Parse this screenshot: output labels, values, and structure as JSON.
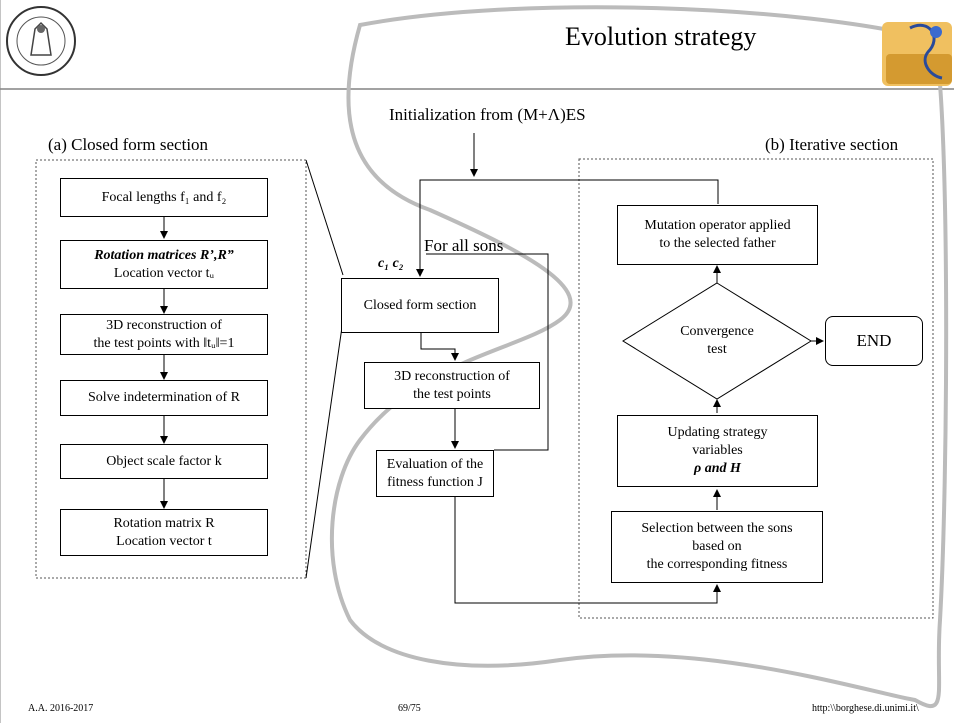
{
  "slide": {
    "title": "Evolution strategy",
    "footer_left": "A.A. 2016-2017",
    "footer_center": "69/75",
    "footer_right": "http:\\\\borghese.di.unimi.it\\"
  },
  "labels": {
    "init": "Initialization from (M+Λ)ES",
    "closed_section": "(a) Closed form section",
    "iterative_section": "(b) Iterative section",
    "for_all_sons": "For all sons",
    "c1c2": "c₁ c₂"
  },
  "left_boxes": {
    "b1": "Focal lengths f₁ and f₂",
    "b2_line1": "Rotation matrices R’,R”",
    "b2_line2": "Location vector tᵤ",
    "b3_line1": "3D reconstruction of",
    "b3_line2": "the test points with ‖tᵤ‖=1",
    "b4": "Solve indetermination of R",
    "b5": "Object scale factor k",
    "b6_line1": "Rotation matrix R",
    "b6_line2": "Location vector t"
  },
  "middle_boxes": {
    "closed": "Closed form section",
    "recon_line1": "3D reconstruction of",
    "recon_line2": "the test points",
    "eval_line1": "Evaluation of the",
    "eval_line2": "fitness function  J"
  },
  "right_boxes": {
    "mutation_line1": "Mutation operator applied",
    "mutation_line2": "to the selected father",
    "convergence_line1": "Convergence",
    "convergence_line2": "test",
    "end": "END",
    "updating_line1": "Updating strategy",
    "updating_line2": "variables",
    "updating_line3": "ρ and H",
    "selection_line1": "Selection between the sons",
    "selection_line2": "based on",
    "selection_line3": "the corresponding fitness"
  },
  "logos": {
    "left": "university-seal",
    "right": "ais-lab-logo"
  }
}
